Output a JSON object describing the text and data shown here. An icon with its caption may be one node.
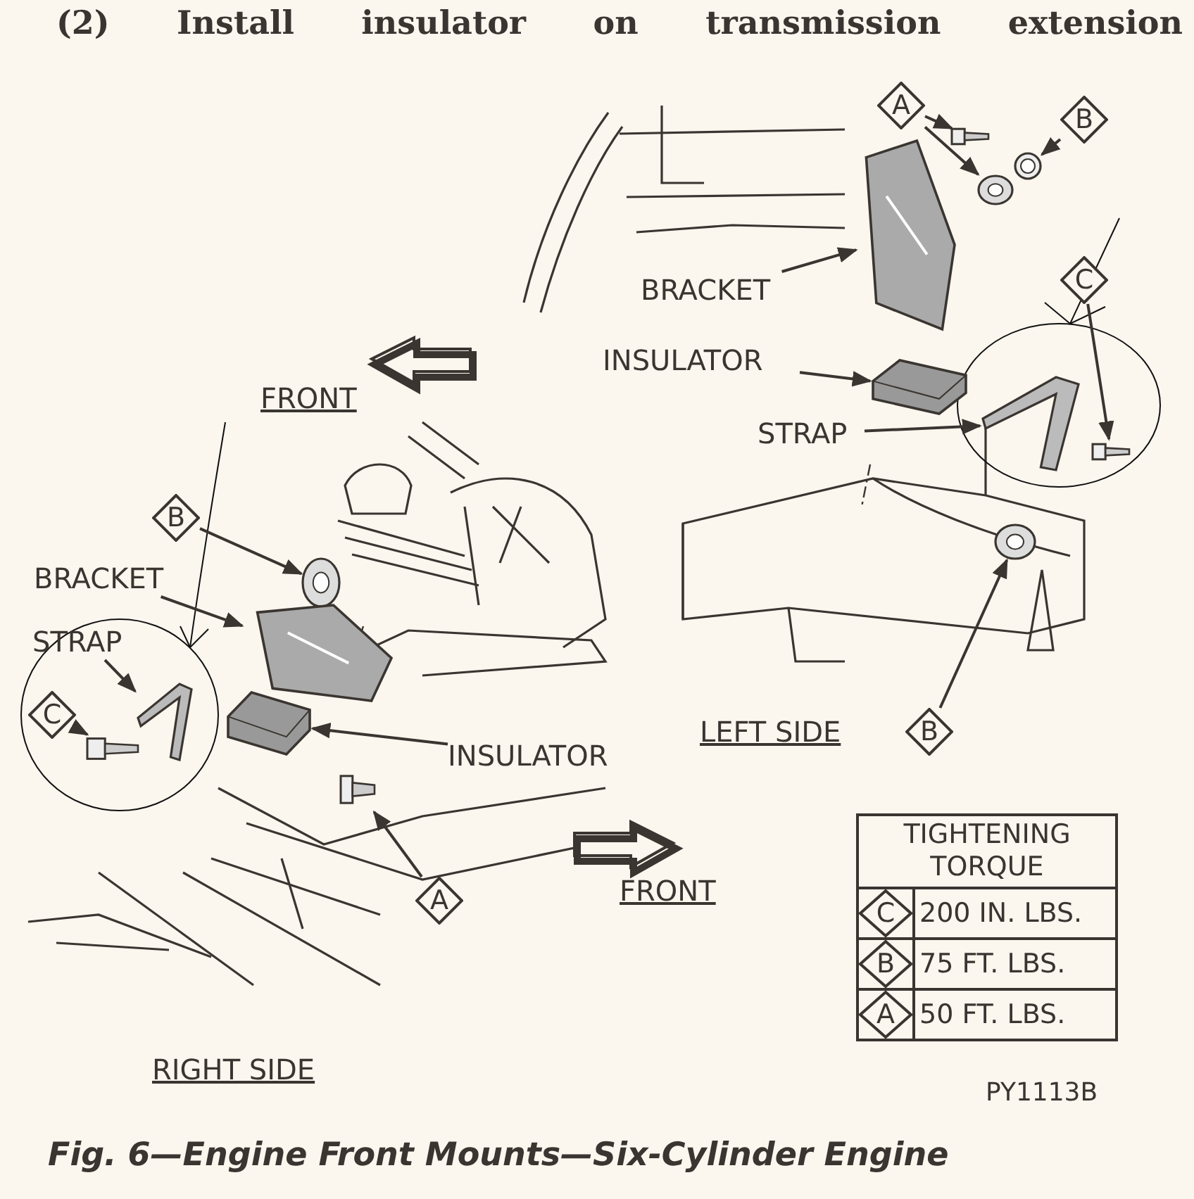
{
  "diagram": {
    "caption": "Fig. 6—Engine Front Mounts—Six-Cylinder Engine",
    "nodes": [
      {
        "text": [
          "A"
        ]
      },
      {
        "text": [],
        "shape": "picture"
      },
      {
        "text": [],
        "shape": "picture"
      },
      {
        "text": [
          "B"
        ]
      },
      {
        "text": [],
        "shape": "picture"
      },
      {
        "text": [
          "BRACKET"
        ]
      },
      {
        "text": [],
        "shape": "picture"
      },
      {
        "text": [
          "INSULATOR"
        ]
      },
      {
        "text": [],
        "shape": "picture"
      },
      {
        "text": [
          "STRAP"
        ]
      },
      {
        "text": [],
        "shape": "picture"
      },
      {
        "text": [
          "C"
        ]
      },
      {
        "text": [],
        "shape": "picture"
      },
      {
        "text": [
          "B"
        ]
      },
      {
        "text": [],
        "shape": "picture"
      },
      {
        "text": [
          "B"
        ]
      },
      {
        "text": [],
        "shape": "picture"
      },
      {
        "text": [
          "BRACKET"
        ]
      },
      {
        "text": [],
        "shape": "picture"
      },
      {
        "text": [
          "STRAP"
        ]
      },
      {
        "text": [],
        "shape": "picture"
      },
      {
        "text": [
          "C"
        ]
      },
      {
        "text": [],
        "shape": "picture"
      },
      {
        "text": [
          "INSULATOR"
        ]
      },
      {
        "text": [],
        "shape": "picture"
      },
      {
        "text": [
          "A"
        ]
      },
      {
        "text": [],
        "shape": "picture"
      }
    ],
    "edges": [
      {
        "from": 0,
        "to": 1,
        "arrow": "to"
      },
      {
        "from": 0,
        "to": 2,
        "arrow": "to"
      },
      {
        "from": 3,
        "to": 4,
        "arrow": "to"
      },
      {
        "from": 5,
        "to": 6,
        "arrow": "to"
      },
      {
        "from": 7,
        "to": 8,
        "arrow": "to"
      },
      {
        "from": 9,
        "to": 10,
        "arrow": "to"
      },
      {
        "from": 11,
        "to": 12,
        "arrow": "to"
      },
      {
        "from": 13,
        "to": 14,
        "arrow": "to"
      },
      {
        "from": 15,
        "to": 16,
        "arrow": "to"
      },
      {
        "from": 17,
        "to": 18,
        "arrow": "to"
      },
      {
        "from": 19,
        "to": 20,
        "arrow": "to"
      },
      {
        "from": 21,
        "to": 22,
        "arrow": "to"
      },
      {
        "from": 23,
        "to": 24,
        "arrow": "to"
      },
      {
        "from": 25,
        "to": 26,
        "arrow": "to"
      }
    ],
    "labels": [
      "(2) Install insulator on transmission extension",
      "FRONT",
      "LEFT SIDE",
      "FRONT",
      "TIGHTENING TORQUE",
      "C",
      "200 IN. LBS.",
      "B",
      "75 FT. LBS.",
      "A",
      "50 FT. LBS.",
      "RIGHT SIDE",
      "PY1113B"
    ]
  }
}
